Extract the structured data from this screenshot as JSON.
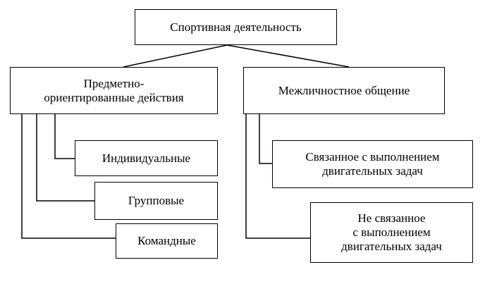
{
  "diagram": {
    "root": "Спортивная деятельность",
    "branch_object": "Предметно-\nориентированные действия",
    "branch_interpersonal": "Межличностное общение",
    "object_children": [
      "Индивидуальные",
      "Групповые",
      "Командные"
    ],
    "interpersonal_children": [
      "Связанное с выполнением\nдвигательных задач",
      "Не связанное\nс выполнением\nдвигательных задач"
    ]
  },
  "colors": {
    "line": "#000000",
    "background": "#ffffff"
  }
}
